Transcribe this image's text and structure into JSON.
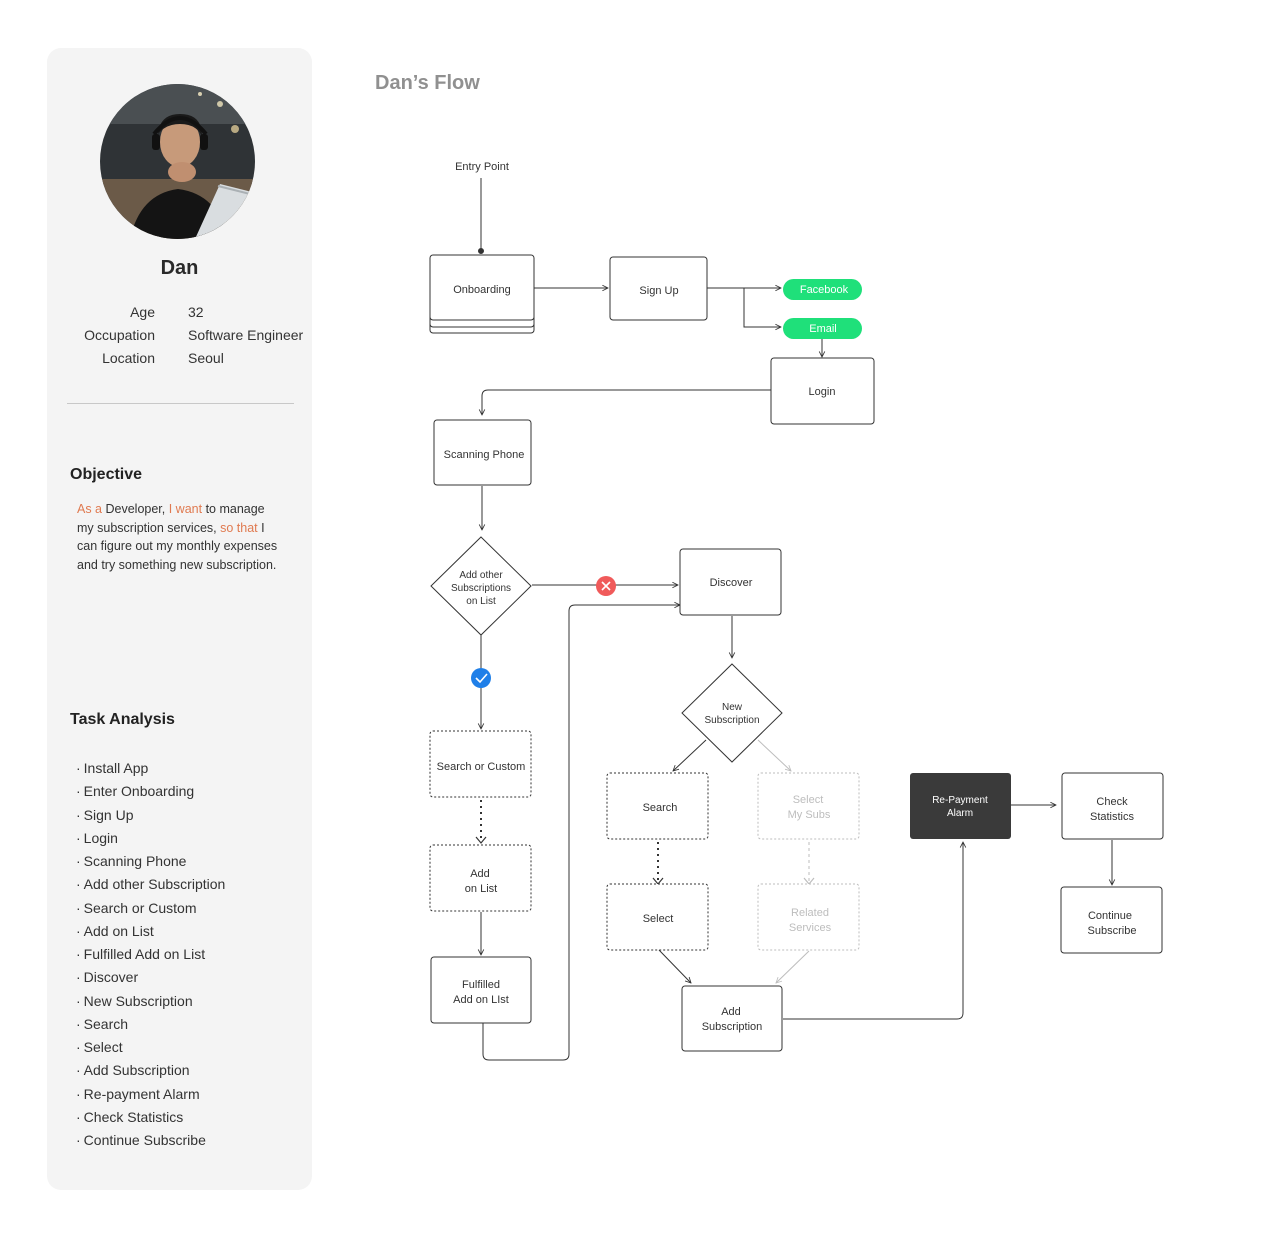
{
  "persona": {
    "name": "Dan",
    "info": [
      {
        "label": "Age",
        "value": "32"
      },
      {
        "label": "Occupation",
        "value": "Software Engineer"
      },
      {
        "label": "Location",
        "value": "Seoul"
      }
    ]
  },
  "objective": {
    "heading": "Objective",
    "parts": [
      {
        "text": "As a",
        "highlight": true
      },
      {
        "text": " Developer, ",
        "highlight": false
      },
      {
        "text": "I want",
        "highlight": true
      },
      {
        "text": " to manage my subscription services, ",
        "highlight": false
      },
      {
        "text": "so that",
        "highlight": true
      },
      {
        "text": " I can figure out my monthly expenses and try something new subscription.",
        "highlight": false
      }
    ]
  },
  "tasks": {
    "heading": "Task Analysis",
    "items": [
      "Install App",
      "Enter Onboarding",
      "Sign Up",
      "Login",
      "Scanning Phone",
      "Add other Subscription",
      "Search or Custom",
      "Add on List",
      "Fulfilled Add on List",
      "Discover",
      "New Subscription",
      "Search",
      "Select",
      "Add Subscription",
      "Re-payment Alarm",
      "Check Statistics",
      "Continue Subscribe"
    ]
  },
  "flow": {
    "title": "Dan’s Flow",
    "entry": "Entry Point",
    "nodes": {
      "onboarding": [
        "Onboarding"
      ],
      "signup": [
        "Sign Up"
      ],
      "facebook": [
        "Facebook"
      ],
      "email": [
        "Email"
      ],
      "login": [
        "Login"
      ],
      "scanning": [
        "Scanning Phone"
      ],
      "add_other": [
        "Add other",
        "Subscriptions",
        "on List"
      ],
      "discover": [
        "Discover"
      ],
      "search_custom": [
        "Search or Custom"
      ],
      "add_on_list": [
        "Add",
        "on List"
      ],
      "fulfilled": [
        "Fulfilled",
        "Add on LIst"
      ],
      "new_sub": [
        "New",
        "Subscription"
      ],
      "search": [
        "Search"
      ],
      "select_subs": [
        "Select",
        "My Subs"
      ],
      "select": [
        "Select"
      ],
      "related": [
        "Related",
        "Services"
      ],
      "add_sub": [
        "Add",
        "Subscription"
      ],
      "repay": [
        "Re-Payment",
        "Alarm"
      ],
      "check": [
        "Check",
        "Statistics"
      ],
      "continue": [
        "Continue",
        "Subscribe"
      ]
    },
    "colors": {
      "green": "#1fe07a",
      "blue": "#1f7fe8",
      "red": "#f05a5a",
      "dark": "#3a3a3a",
      "faded": "#bdbdbd"
    }
  }
}
